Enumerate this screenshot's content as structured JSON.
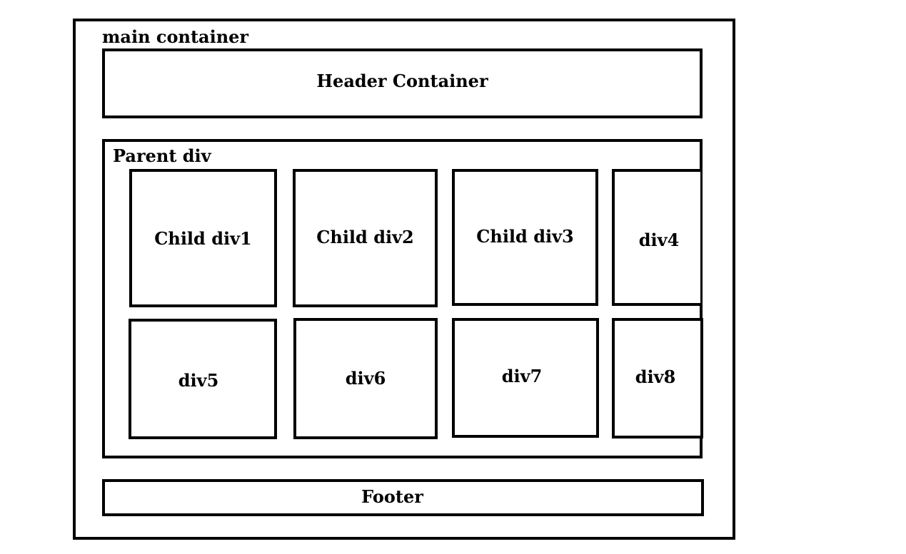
{
  "main": {
    "label": "main container"
  },
  "header": {
    "label": "Header Container"
  },
  "parent": {
    "label": "Parent div",
    "children": [
      {
        "label": "Child div1"
      },
      {
        "label": "Child div2"
      },
      {
        "label": "Child div3"
      },
      {
        "label": "div4"
      },
      {
        "label": "div5"
      },
      {
        "label": "div6"
      },
      {
        "label": "div7"
      },
      {
        "label": "div8"
      }
    ]
  },
  "footer": {
    "label": "Footer"
  }
}
